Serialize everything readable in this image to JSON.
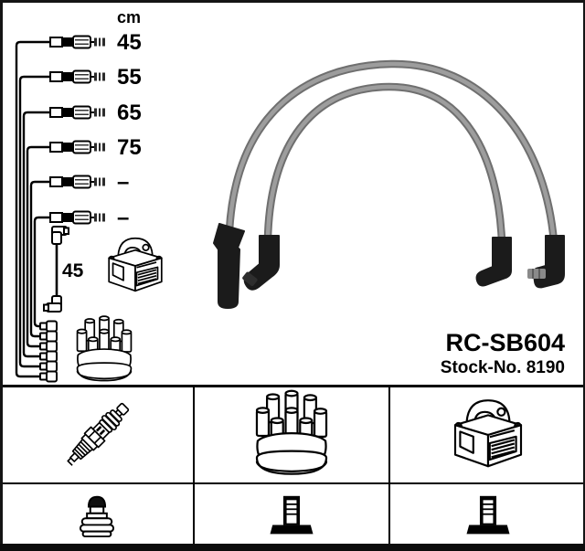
{
  "product": {
    "code": "RC-SB604",
    "stock_label": "Stock-No. 8190"
  },
  "diagram": {
    "unit_label": "cm",
    "wire_lengths": [
      "45",
      "55",
      "65",
      "75",
      "–",
      "–"
    ],
    "coil_wire_length": "45"
  },
  "components_table": {
    "row1_icons": [
      "spark-plug",
      "distributor-cap",
      "ignition-coil"
    ],
    "row2_icons": [
      "plug-terminal-nut",
      "coil-tower-terminal",
      "coil-tower-terminal"
    ]
  },
  "colors": {
    "line": "#000000",
    "background": "#ffffff",
    "cable_gray": "#8f8f8f",
    "boot_black": "#1b1b1b",
    "border": "#111111"
  }
}
